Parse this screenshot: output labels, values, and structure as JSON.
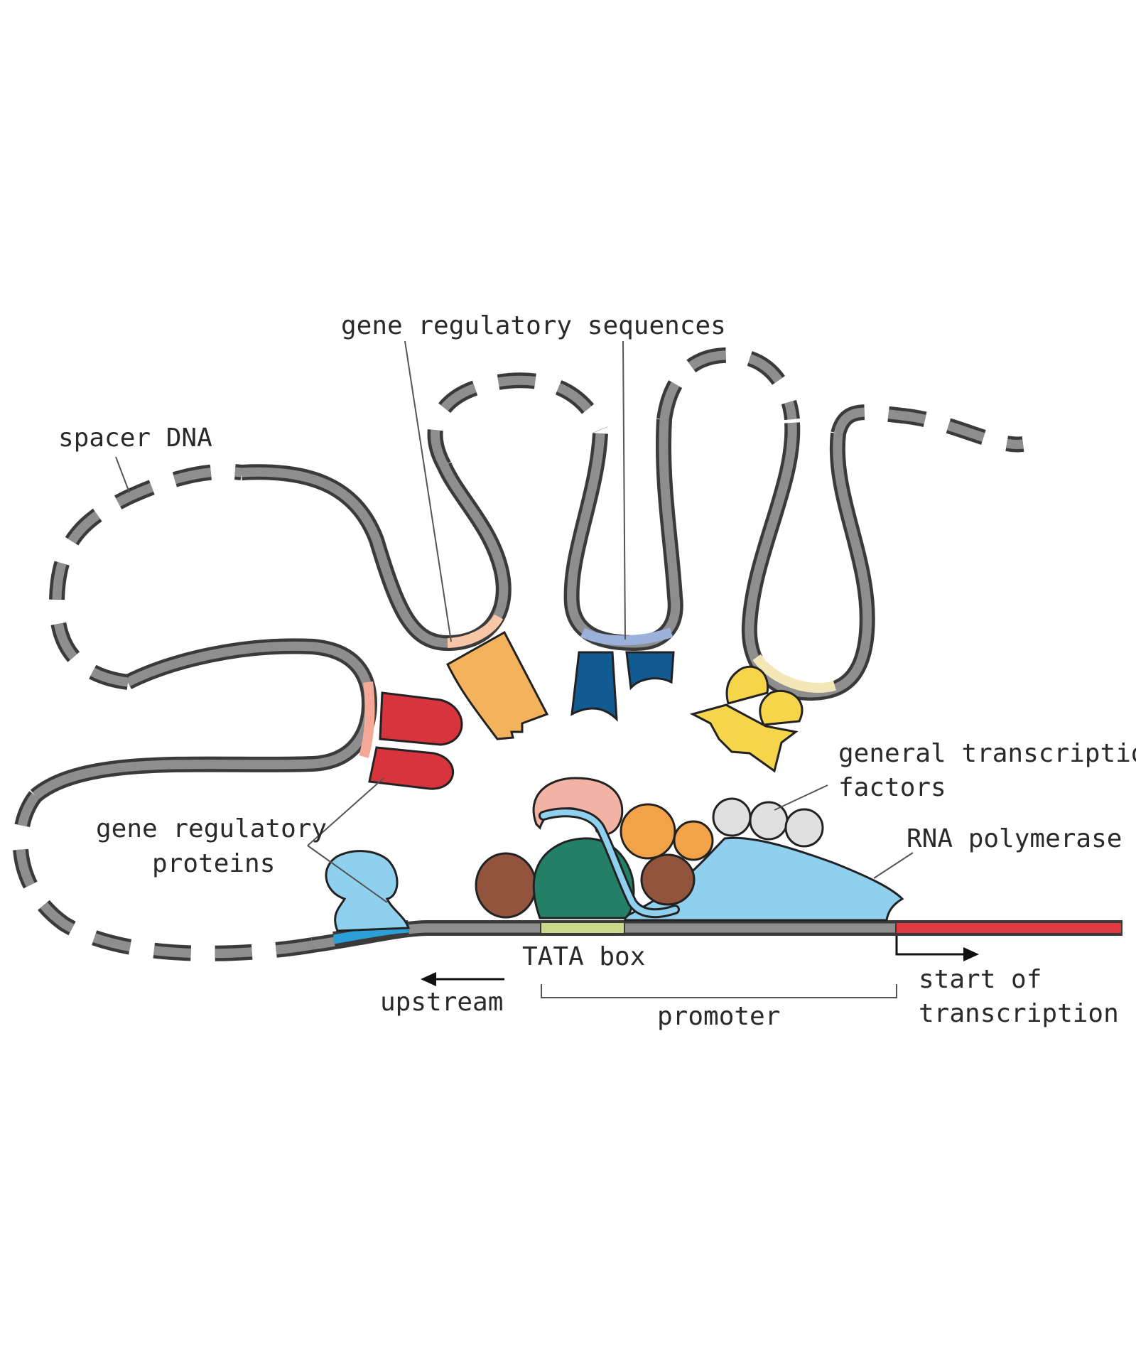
{
  "labels": {
    "gene_regulatory_sequences": "gene regulatory sequences",
    "spacer_dna": "spacer DNA",
    "general_transcription_factors_line1": "general transcription",
    "general_transcription_factors_line2": "factors",
    "rna_polymerase": "RNA polymerase",
    "gene_regulatory_proteins_line1": "gene regulatory",
    "gene_regulatory_proteins_line2": "proteins",
    "tata_box": "TATA box",
    "upstream": "upstream",
    "promoter": "promoter",
    "start_of_transcription_line1": "start of",
    "start_of_transcription_line2": "transcription"
  },
  "colors": {
    "dna": "#8e8e8e",
    "transcribed_region": "#e0393f",
    "tata_box": "#c9d98a",
    "rna_polymerase": "#8fd0ee",
    "regulatory_protein_red": "#d8343d",
    "regulatory_protein_orange": "#f5b25c",
    "regulatory_protein_navy": "#125a92",
    "regulatory_protein_yellow": "#f7d54a",
    "factor_salmon": "#f2b3a4",
    "factor_green": "#238066",
    "factor_brown": "#93543e",
    "factor_orange": "#f2a347",
    "factor_grey": "#e0e0e0"
  }
}
